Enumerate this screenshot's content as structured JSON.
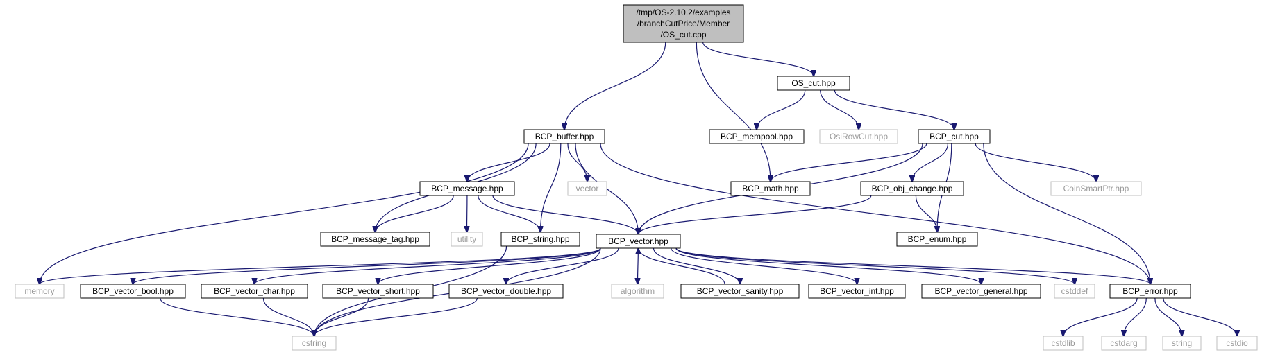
{
  "root": {
    "id": "root",
    "lines": [
      "/tmp/OS-2.10.2/examples",
      "/branchCutPrice/Member",
      "/OS_cut.cpp"
    ]
  },
  "nodes": [
    {
      "id": "os_cut_hpp",
      "label": "OS_cut.hpp",
      "documented": true
    },
    {
      "id": "bcp_buffer",
      "label": "BCP_buffer.hpp",
      "documented": true
    },
    {
      "id": "bcp_mempool",
      "label": "BCP_mempool.hpp",
      "documented": true
    },
    {
      "id": "osirowcut",
      "label": "OsiRowCut.hpp",
      "documented": false
    },
    {
      "id": "bcp_cut",
      "label": "BCP_cut.hpp",
      "documented": true
    },
    {
      "id": "bcp_message",
      "label": "BCP_message.hpp",
      "documented": true
    },
    {
      "id": "vector",
      "label": "vector",
      "documented": false
    },
    {
      "id": "bcp_math",
      "label": "BCP_math.hpp",
      "documented": true
    },
    {
      "id": "bcp_obj_change",
      "label": "BCP_obj_change.hpp",
      "documented": true
    },
    {
      "id": "coinsmartptr",
      "label": "CoinSmartPtr.hpp",
      "documented": false
    },
    {
      "id": "bcp_message_tag",
      "label": "BCP_message_tag.hpp",
      "documented": true
    },
    {
      "id": "utility",
      "label": "utility",
      "documented": false
    },
    {
      "id": "bcp_string",
      "label": "BCP_string.hpp",
      "documented": true
    },
    {
      "id": "bcp_vector",
      "label": "BCP_vector.hpp",
      "documented": true
    },
    {
      "id": "bcp_enum",
      "label": "BCP_enum.hpp",
      "documented": true
    },
    {
      "id": "memory",
      "label": "memory",
      "documented": false
    },
    {
      "id": "bcp_vector_bool",
      "label": "BCP_vector_bool.hpp",
      "documented": true
    },
    {
      "id": "bcp_vector_char",
      "label": "BCP_vector_char.hpp",
      "documented": true
    },
    {
      "id": "bcp_vector_short",
      "label": "BCP_vector_short.hpp",
      "documented": true
    },
    {
      "id": "bcp_vector_double",
      "label": "BCP_vector_double.hpp",
      "documented": true
    },
    {
      "id": "algorithm",
      "label": "algorithm",
      "documented": false
    },
    {
      "id": "bcp_vector_sanity",
      "label": "BCP_vector_sanity.hpp",
      "documented": true
    },
    {
      "id": "bcp_vector_int",
      "label": "BCP_vector_int.hpp",
      "documented": true
    },
    {
      "id": "bcp_vector_general",
      "label": "BCP_vector_general.hpp",
      "documented": true
    },
    {
      "id": "cstddef",
      "label": "cstddef",
      "documented": false
    },
    {
      "id": "bcp_error",
      "label": "BCP_error.hpp",
      "documented": true
    },
    {
      "id": "cstring",
      "label": "cstring",
      "documented": false
    },
    {
      "id": "cstdlib",
      "label": "cstdlib",
      "documented": false
    },
    {
      "id": "cstdarg",
      "label": "cstdarg",
      "documented": false
    },
    {
      "id": "string",
      "label": "string",
      "documented": false
    },
    {
      "id": "cstdio",
      "label": "cstdio",
      "documented": false
    }
  ],
  "edges": [
    [
      "root",
      "bcp_buffer"
    ],
    [
      "root",
      "bcp_math"
    ],
    [
      "root",
      "os_cut_hpp"
    ],
    [
      "os_cut_hpp",
      "bcp_mempool"
    ],
    [
      "os_cut_hpp",
      "osirowcut"
    ],
    [
      "os_cut_hpp",
      "bcp_cut"
    ],
    [
      "bcp_buffer",
      "memory"
    ],
    [
      "bcp_buffer",
      "bcp_message_tag"
    ],
    [
      "bcp_buffer",
      "bcp_message"
    ],
    [
      "bcp_buffer",
      "bcp_string"
    ],
    [
      "bcp_buffer",
      "vector"
    ],
    [
      "bcp_buffer",
      "bcp_vector"
    ],
    [
      "bcp_buffer",
      "bcp_error"
    ],
    [
      "bcp_cut",
      "bcp_math"
    ],
    [
      "bcp_cut",
      "bcp_vector"
    ],
    [
      "bcp_cut",
      "bcp_obj_change"
    ],
    [
      "bcp_cut",
      "bcp_enum"
    ],
    [
      "bcp_cut",
      "coinsmartptr"
    ],
    [
      "bcp_cut",
      "bcp_error"
    ],
    [
      "bcp_message",
      "bcp_message_tag"
    ],
    [
      "bcp_message",
      "utility"
    ],
    [
      "bcp_message",
      "bcp_string"
    ],
    [
      "bcp_message",
      "bcp_vector"
    ],
    [
      "bcp_obj_change",
      "bcp_vector"
    ],
    [
      "bcp_obj_change",
      "bcp_enum"
    ],
    [
      "bcp_string",
      "cstring"
    ],
    [
      "bcp_vector",
      "memory"
    ],
    [
      "bcp_vector",
      "bcp_vector_bool"
    ],
    [
      "bcp_vector",
      "bcp_vector_char"
    ],
    [
      "bcp_vector",
      "bcp_vector_short"
    ],
    [
      "bcp_vector",
      "bcp_vector_double"
    ],
    [
      "bcp_vector",
      "cstring"
    ],
    [
      "bcp_vector",
      "algorithm"
    ],
    [
      "bcp_vector",
      "bcp_vector_sanity"
    ],
    [
      "bcp_vector",
      "bcp_vector_int"
    ],
    [
      "bcp_vector",
      "bcp_vector_general"
    ],
    [
      "bcp_vector",
      "cstddef"
    ],
    [
      "bcp_vector",
      "bcp_error"
    ],
    [
      "bcp_vector_sanity",
      "bcp_vector"
    ],
    [
      "bcp_vector_bool",
      "cstring"
    ],
    [
      "bcp_vector_char",
      "cstring"
    ],
    [
      "bcp_vector_short",
      "cstring"
    ],
    [
      "bcp_vector_double",
      "cstring"
    ],
    [
      "bcp_error",
      "cstdlib"
    ],
    [
      "bcp_error",
      "cstdarg"
    ],
    [
      "bcp_error",
      "string"
    ],
    [
      "bcp_error",
      "cstdio"
    ]
  ],
  "colors": {
    "edge": "#191970",
    "root_fill": "#bfbfbf",
    "node_border": "#000000",
    "ghost_border": "#bfbfbf",
    "ghost_text": "#9a9a9a"
  }
}
